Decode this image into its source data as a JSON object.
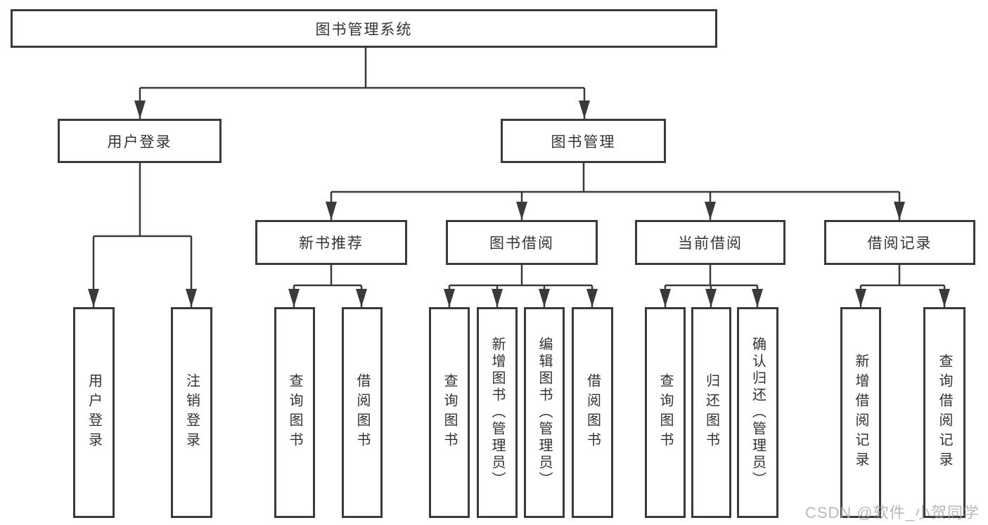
{
  "diagram": {
    "type": "hierarchy-tree",
    "colors": {
      "line": "#3a3a3a",
      "box_border": "#3a3a3a",
      "box_fill": "#ffffff",
      "text": "#333333",
      "watermark": "#a8a8a8",
      "background": "#ffffff"
    }
  },
  "tree": {
    "label": "图书管理系统",
    "children": [
      {
        "label": "用户登录",
        "children": [
          {
            "label": "用户登录"
          },
          {
            "label": "注销登录"
          }
        ]
      },
      {
        "label": "图书管理",
        "children": [
          {
            "label": "新书推荐",
            "children": [
              {
                "label": "查询图书"
              },
              {
                "label": "借阅图书"
              }
            ]
          },
          {
            "label": "图书借阅",
            "children": [
              {
                "label": "查询图书"
              },
              {
                "label": "新增图书（管理员）"
              },
              {
                "label": "编辑图书（管理员）"
              },
              {
                "label": "借阅图书"
              }
            ]
          },
          {
            "label": "当前借阅",
            "children": [
              {
                "label": "查询图书"
              },
              {
                "label": "归还图书"
              },
              {
                "label": "确认归还（管理员）"
              }
            ]
          },
          {
            "label": "借阅记录",
            "children": [
              {
                "label": "新增借阅记录"
              },
              {
                "label": "查询借阅记录"
              }
            ]
          }
        ]
      }
    ]
  },
  "watermark": {
    "text": "CSDN @软件_小贺同学"
  }
}
